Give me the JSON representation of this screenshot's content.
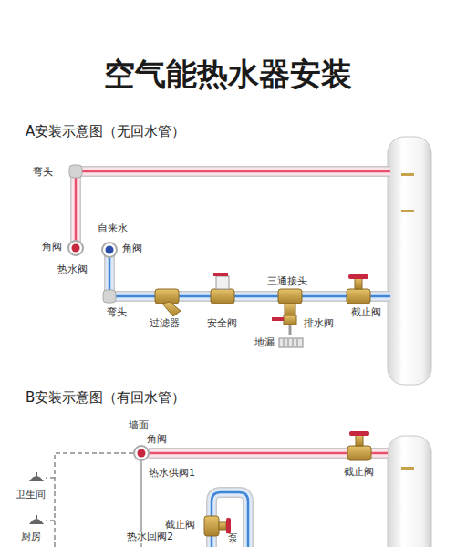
{
  "diagram": {
    "title": "空气能热水器安装",
    "labels": [
      "A安装示意图（无回水管）",
      "弯头",
      "自来水",
      "角阀",
      "角阀",
      "热水阀",
      "三通接头",
      "截止阀",
      "弯头",
      "过滤器",
      "安全阀",
      "排水阀",
      "地漏",
      "B安装示意图（有回水管）",
      "墙面",
      "角阀",
      "热水供阀1",
      "截止阀",
      "卫生间",
      "厨房",
      "截止阀",
      "热水回阀2",
      "泵"
    ]
  }
}
